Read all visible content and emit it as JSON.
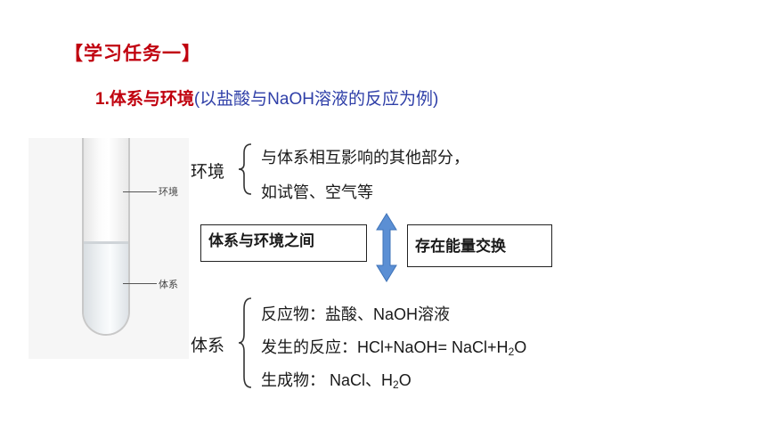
{
  "task_title": "【学习任务一】",
  "subtitle": {
    "number_topic": "1.体系与环境",
    "note": "(以盐酸与NaOH溶液的反应为例)"
  },
  "image_labels": {
    "environment": "环境",
    "system": "体系"
  },
  "environment": {
    "label": "环境",
    "lines": [
      "与体系相互影响的其他部分，",
      "如试管、空气等"
    ]
  },
  "exchange": {
    "left_box": "体系与环境之间",
    "right_box": "存在能量交换"
  },
  "system": {
    "label": "体系",
    "reactants": "反应物：盐酸、NaOH溶液",
    "reaction_prefix": "发生的反应：HCl+NaOH= NaCl+H",
    "reaction_sub": "2",
    "reaction_suffix": "O",
    "products_prefix": "生成物： NaCl、H",
    "products_sub": "2",
    "products_suffix": "O"
  },
  "colors": {
    "title_red": "#c0000e",
    "note_blue": "#2f3fa8",
    "arrow_blue": "#5b8fd4"
  }
}
